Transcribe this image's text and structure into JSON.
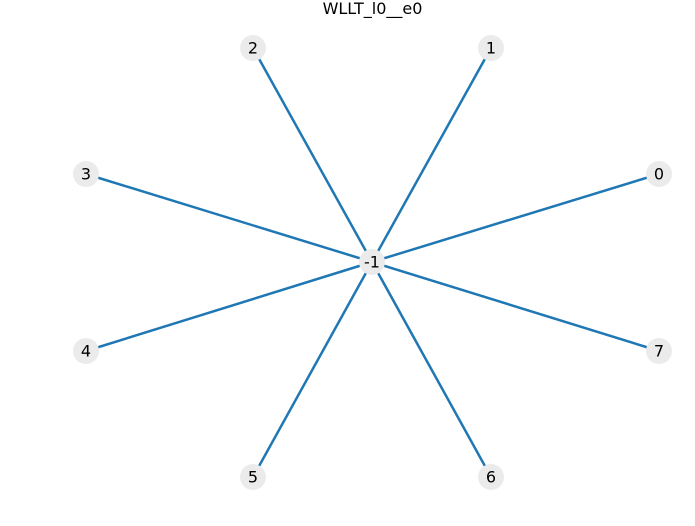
{
  "title": "WLLT_l0__e0",
  "colors": {
    "edge": "#1f77b4",
    "node_fill": "#ebebeb",
    "label": "#000000",
    "background": "#ffffff"
  },
  "graph": {
    "center": {
      "id": "center",
      "label": "-1"
    },
    "nodes": [
      {
        "id": "n0",
        "label": "0"
      },
      {
        "id": "n1",
        "label": "1"
      },
      {
        "id": "n2",
        "label": "2"
      },
      {
        "id": "n3",
        "label": "3"
      },
      {
        "id": "n4",
        "label": "4"
      },
      {
        "id": "n5",
        "label": "5"
      },
      {
        "id": "n6",
        "label": "6"
      },
      {
        "id": "n7",
        "label": "7"
      }
    ],
    "edges": [
      {
        "from": "center",
        "to": "n0"
      },
      {
        "from": "center",
        "to": "n1"
      },
      {
        "from": "center",
        "to": "n2"
      },
      {
        "from": "center",
        "to": "n3"
      },
      {
        "from": "center",
        "to": "n4"
      },
      {
        "from": "center",
        "to": "n5"
      },
      {
        "from": "center",
        "to": "n6"
      },
      {
        "from": "center",
        "to": "n7"
      }
    ]
  }
}
